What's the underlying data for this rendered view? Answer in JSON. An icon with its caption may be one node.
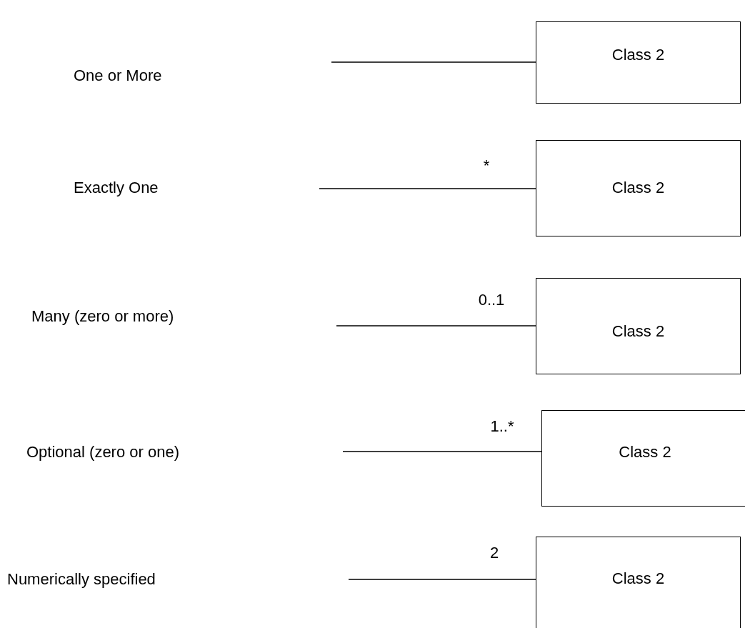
{
  "diagram": {
    "nodes": [
      {
        "text": [
          "Class 2"
        ]
      },
      {
        "text": [
          "Class 2"
        ]
      },
      {
        "text": [
          "Class 2"
        ]
      },
      {
        "text": [
          "Class 2"
        ]
      },
      {
        "text": [
          "Class 2"
        ]
      }
    ],
    "edges": [
      {
        "from": null,
        "to": 0,
        "arrow": "none"
      },
      {
        "from": null,
        "to": 1,
        "arrow": "none",
        "label": "*"
      },
      {
        "from": null,
        "to": 2,
        "arrow": "none",
        "label": "0..1"
      },
      {
        "from": null,
        "to": 3,
        "arrow": "none",
        "label": "1..*"
      },
      {
        "from": null,
        "to": 4,
        "arrow": "none",
        "label": "2"
      }
    ],
    "labels": [
      "One or More",
      "Exactly One",
      "Many (zero or more)",
      "Optional (zero or one)",
      "Numerically specified"
    ]
  }
}
